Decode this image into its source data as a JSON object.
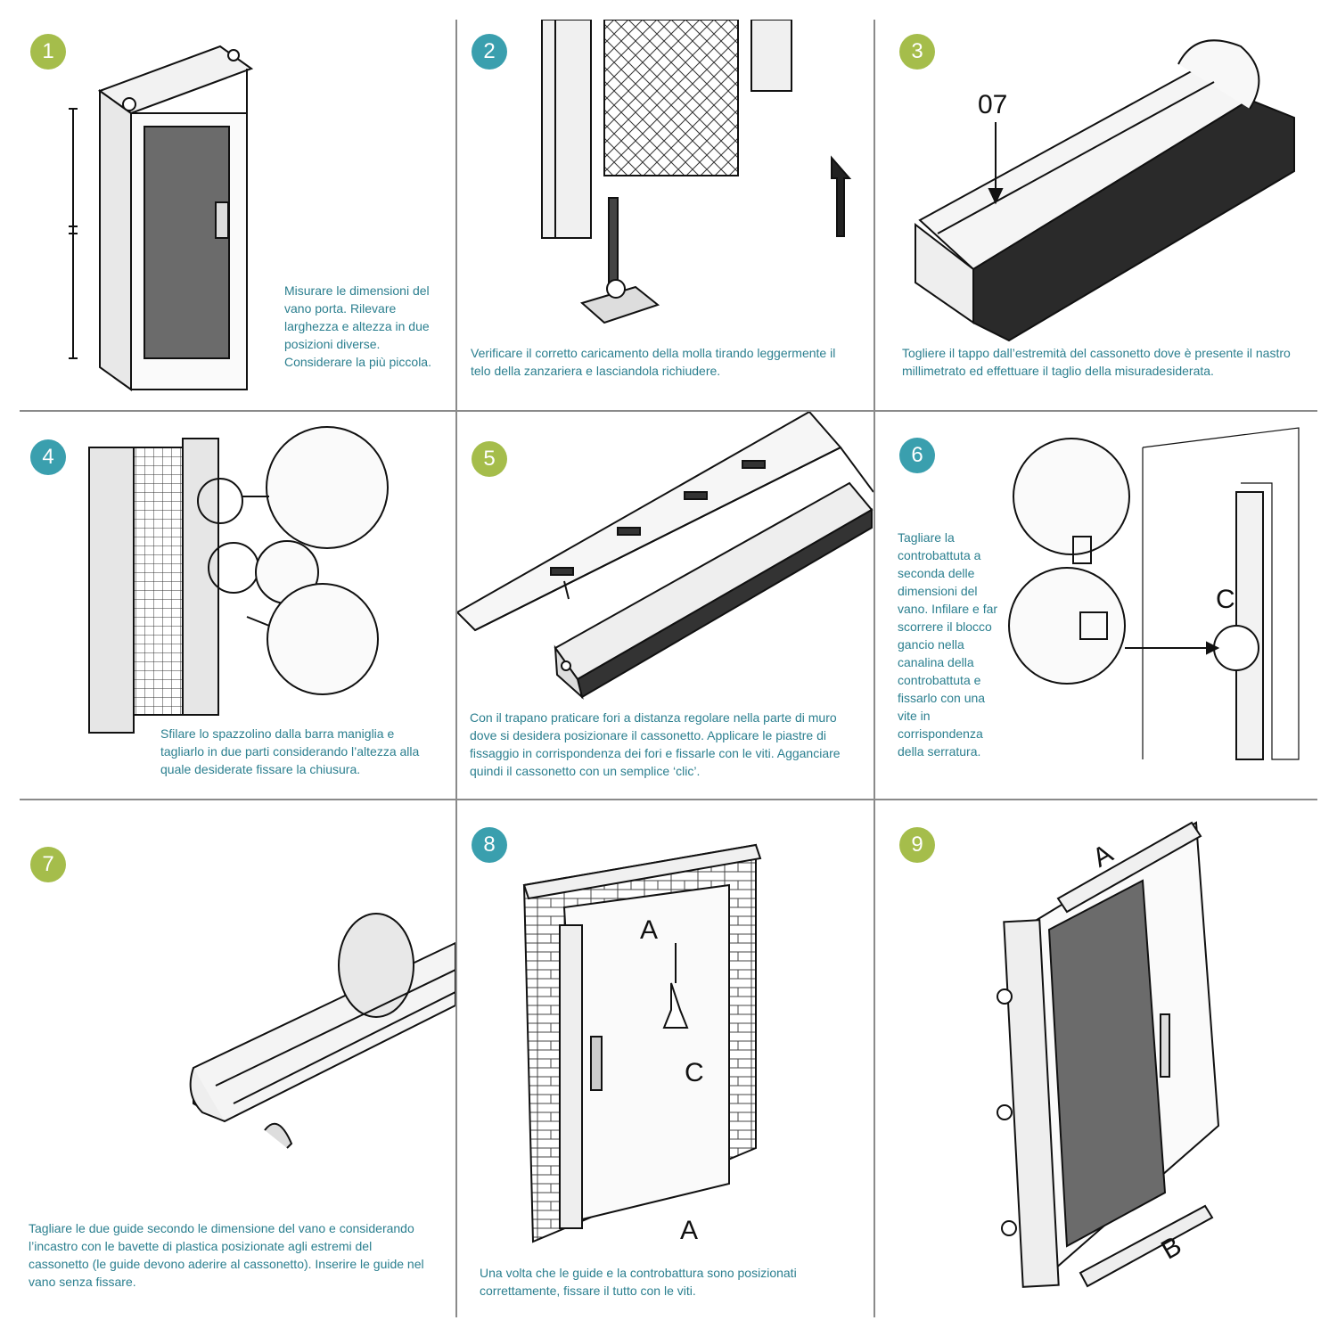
{
  "badge_colors": {
    "green": "#a5bd4b",
    "teal": "#3a9fae"
  },
  "caption_color": "#2b7f8f",
  "steps": [
    {
      "num": "1",
      "badge": "green",
      "text": "Misurare le dimensioni del vano porta. Rilevare larghezza e altezza in due posizioni diverse. Considerare la più piccola.",
      "illustration": "door-frame-measure"
    },
    {
      "num": "2",
      "badge": "teal",
      "text": "Verificare il corretto caricamento della molla tirando leggermente il telo della zanzariera e lasciandola richiudere.",
      "illustration": "pull-screen"
    },
    {
      "num": "3",
      "badge": "green",
      "text": "Togliere il tappo dall’estremità del cassonetto dove è presente il nastro millimetrato ed effettuare il taglio della misuradesiderata.",
      "illustration": "cassette-cap",
      "label": "07"
    },
    {
      "num": "4",
      "badge": "teal",
      "text": "Sfilare lo spazzolino dalla barra maniglia e tagliarlo in due parti considerando l’altezza alla quale desiderate fissare la chiusura.",
      "illustration": "brush-handle"
    },
    {
      "num": "5",
      "badge": "green",
      "text": "Con il trapano praticare fori a distanza regolare nella parte di muro dove si desidera posizionare il cassonetto. Applicare le piastre di fissaggio in corrispondenza dei fori e fissarle con le viti. Agganciare quindi il cassonetto con un semplice ‘clic’.",
      "illustration": "mount-cassette"
    },
    {
      "num": "6",
      "badge": "teal",
      "text": "Tagliare la controbattuta a seconda delle dimensioni del vano. Infilare e far scorrere il blocco gancio nella canalina della controbattuta e fissarlo con una vite in corrispondenza della serratura.",
      "illustration": "striker-hook",
      "label": "C"
    },
    {
      "num": "7",
      "badge": "green",
      "text": "Tagliare le due guide secondo le dimensione del vano e considerando l’incastro con le bavette di plastica posizionate agli estremi del cassonetto (le guide devono aderire al cassonetto). Inserire le guide nel vano senza fissare.",
      "illustration": "guide-rail"
    },
    {
      "num": "8",
      "badge": "teal",
      "text": "Una volta che le guide e la controbattura sono posizionati correttamente, fissare il tutto con le viti.",
      "illustration": "fix-with-screws",
      "labels": [
        "A",
        "C",
        "A"
      ]
    },
    {
      "num": "9",
      "badge": "green",
      "text": "",
      "illustration": "assembly-exploded",
      "labels": [
        "A",
        "B"
      ]
    }
  ]
}
